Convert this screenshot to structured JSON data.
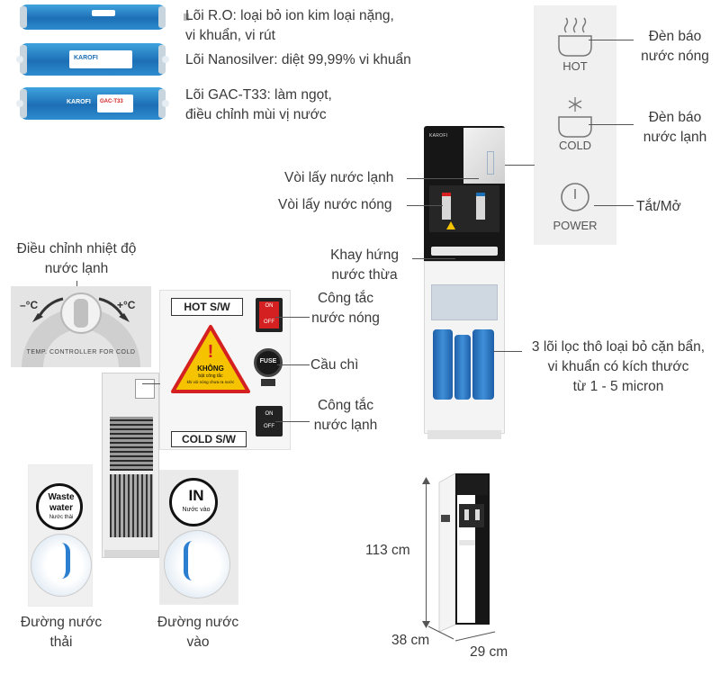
{
  "filters": [
    {
      "line1": "Lõi R.O: loại bỏ ion kim loại nặng,",
      "line2": "vi khuẩn, vi rút"
    },
    {
      "line1": "Lõi Nanosilver: diệt 99,99% vi khuẩn",
      "line2": ""
    },
    {
      "line1": "Lõi GAC-T33: làm ngọt,",
      "line2": "điều chỉnh mùi vị nước"
    }
  ],
  "cartridge_tags": {
    "brand": "KAROFI",
    "gac": "GAC-T33"
  },
  "control_panel": {
    "hot_label": "HOT",
    "cold_label": "COLD",
    "power_label": "POWER",
    "hot_indicator": {
      "line1": "Đèn báo",
      "line2": "nước nóng"
    },
    "cold_indicator": {
      "line1": "Đèn báo",
      "line2": "nước lạnh"
    },
    "power_toggle": "Tắt/Mở"
  },
  "dispenser": {
    "brand": "KAROFI",
    "cold_tap": "Vòi lấy nước lạnh",
    "hot_tap": "Vòi lấy nước nóng",
    "drip_tray": {
      "line1": "Khay hứng",
      "line2": "nước thừa"
    },
    "prefilters": {
      "line1": "3 lõi lọc thô loại bỏ cặn bẩn,",
      "line2": "vi khuẩn có kích thước",
      "line3": "từ 1 - 5 micron"
    }
  },
  "temp_control": {
    "title_line1": "Điều chỉnh nhiệt độ",
    "title_line2": "nước lạnh",
    "minus": "–°C",
    "plus": "+°C",
    "arc_text": "TEMP. CONTROLLER FOR COLD"
  },
  "switches": {
    "hot_sw": "HOT S/W",
    "cold_sw": "COLD S/W",
    "on": "ON",
    "off": "OFF",
    "warning_line1": "KHÔNG",
    "warning_line2": "bật công tắc",
    "warning_line3": "khi vòi nóng chưa ra nước",
    "fuse": "FUSE",
    "hot_switch_label": {
      "line1": "Công tắc",
      "line2": "nước nóng"
    },
    "fuse_label": "Cầu chì",
    "cold_switch_label": {
      "line1": "Công tắc",
      "line2": "nước lạnh"
    }
  },
  "ports": {
    "waste_badge": {
      "line1": "Waste",
      "line2": "water",
      "line3": "Nước thải"
    },
    "in_badge": {
      "line1": "IN",
      "line2": "Nước vào"
    },
    "waste_label": {
      "line1": "Đường nước",
      "line2": "thải"
    },
    "in_label": {
      "line1": "Đường nước",
      "line2": "vào"
    }
  },
  "dimensions": {
    "height": "113 cm",
    "depth": "38 cm",
    "width": "29 cm"
  },
  "colors": {
    "accent_blue": "#1d6fb5",
    "warning_yellow": "#f6c300",
    "switch_red": "#d42020",
    "body_black": "#161616"
  }
}
